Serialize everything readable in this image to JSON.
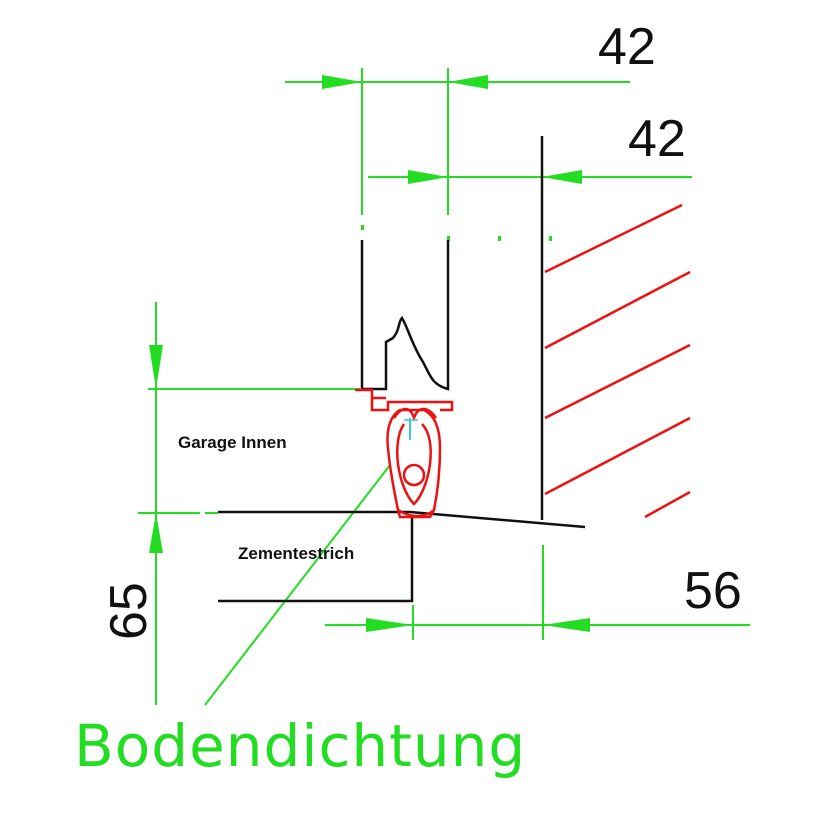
{
  "colors": {
    "dimension": "#22dd22",
    "outline": "#111111",
    "seal": "#ee1111",
    "hatch": "#ee1111",
    "accent": "#33ccdd"
  },
  "dimensions": {
    "top_width": "42",
    "second_width": "42",
    "bottom_width": "56",
    "left_height": "65"
  },
  "labels": {
    "interior": "Garage Innen",
    "screed": "Zementestrich",
    "seal": "Bodendichtung"
  }
}
